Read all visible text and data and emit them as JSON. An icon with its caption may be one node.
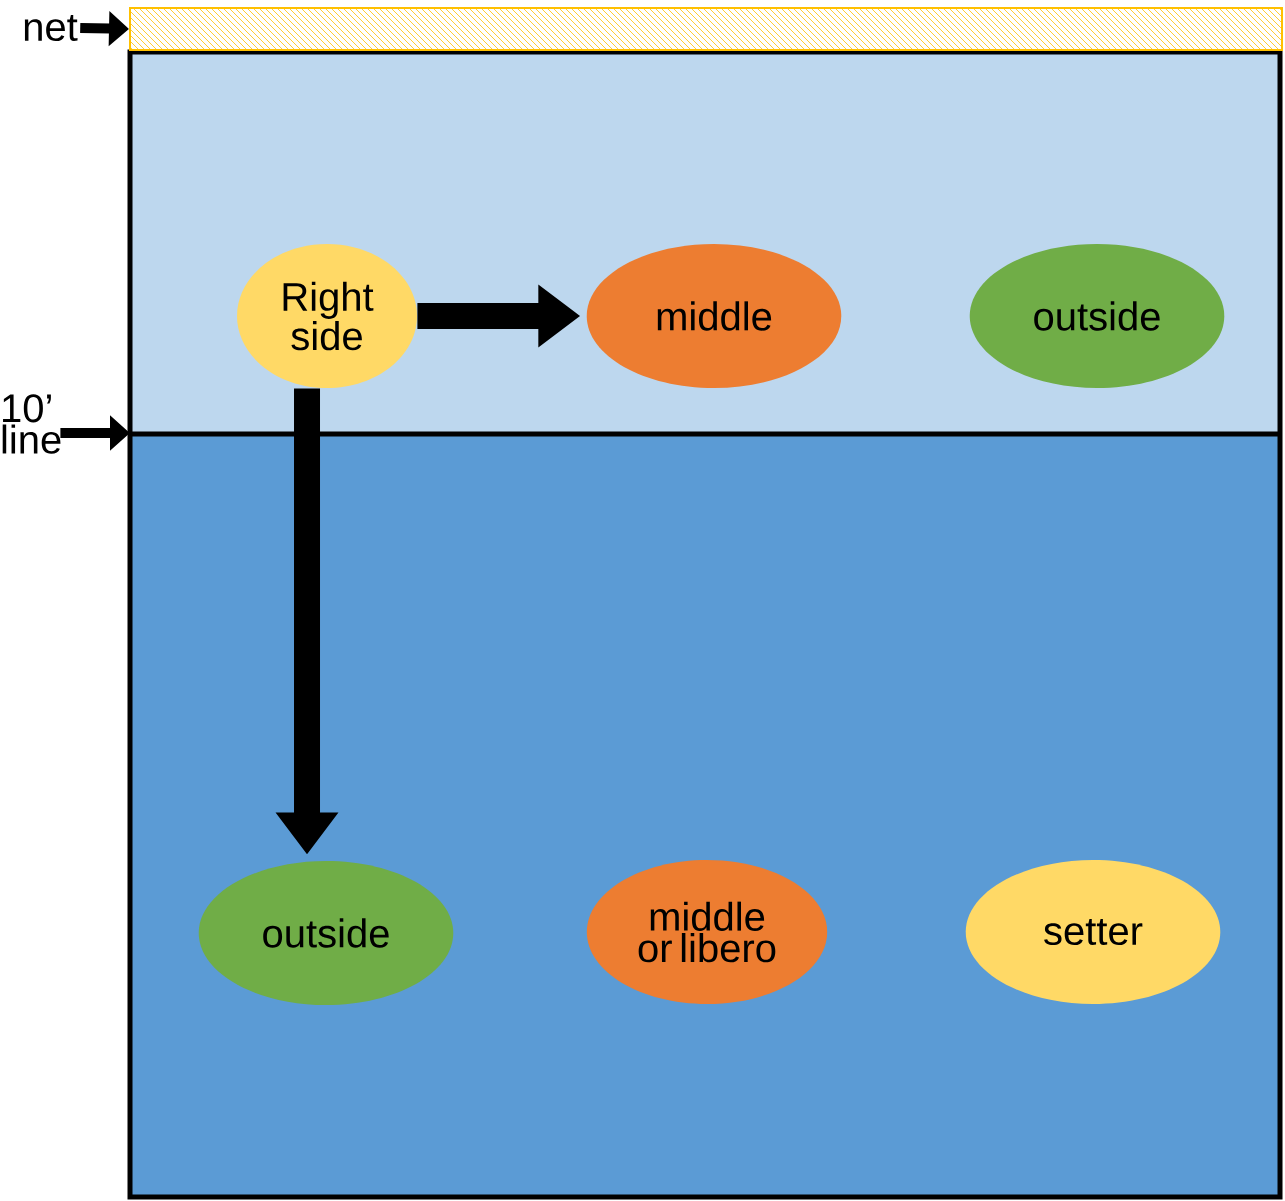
{
  "diagram": {
    "nodes": [
      {
        "text": [
          "net"
        ]
      },
      {
        "text": [],
        "shape": "bar"
      },
      {
        "text": [
          "10’ line"
        ]
      },
      {
        "text": [
          "Right side"
        ]
      },
      {
        "text": [
          "middle"
        ]
      },
      {
        "text": [
          "outside"
        ]
      },
      {
        "text": [
          "outside"
        ]
      },
      {
        "text": [
          "middle or libero"
        ]
      },
      {
        "text": [
          "setter"
        ]
      }
    ],
    "edges": [
      {
        "from": 0,
        "to": 1,
        "arrow": "to"
      },
      {
        "from": 2,
        "to": null,
        "arrow": "to"
      },
      {
        "from": 3,
        "to": 4,
        "arrow": "to",
        "style": "thick"
      },
      {
        "from": 3,
        "to": 6,
        "arrow": "to",
        "style": "thick"
      }
    ]
  }
}
